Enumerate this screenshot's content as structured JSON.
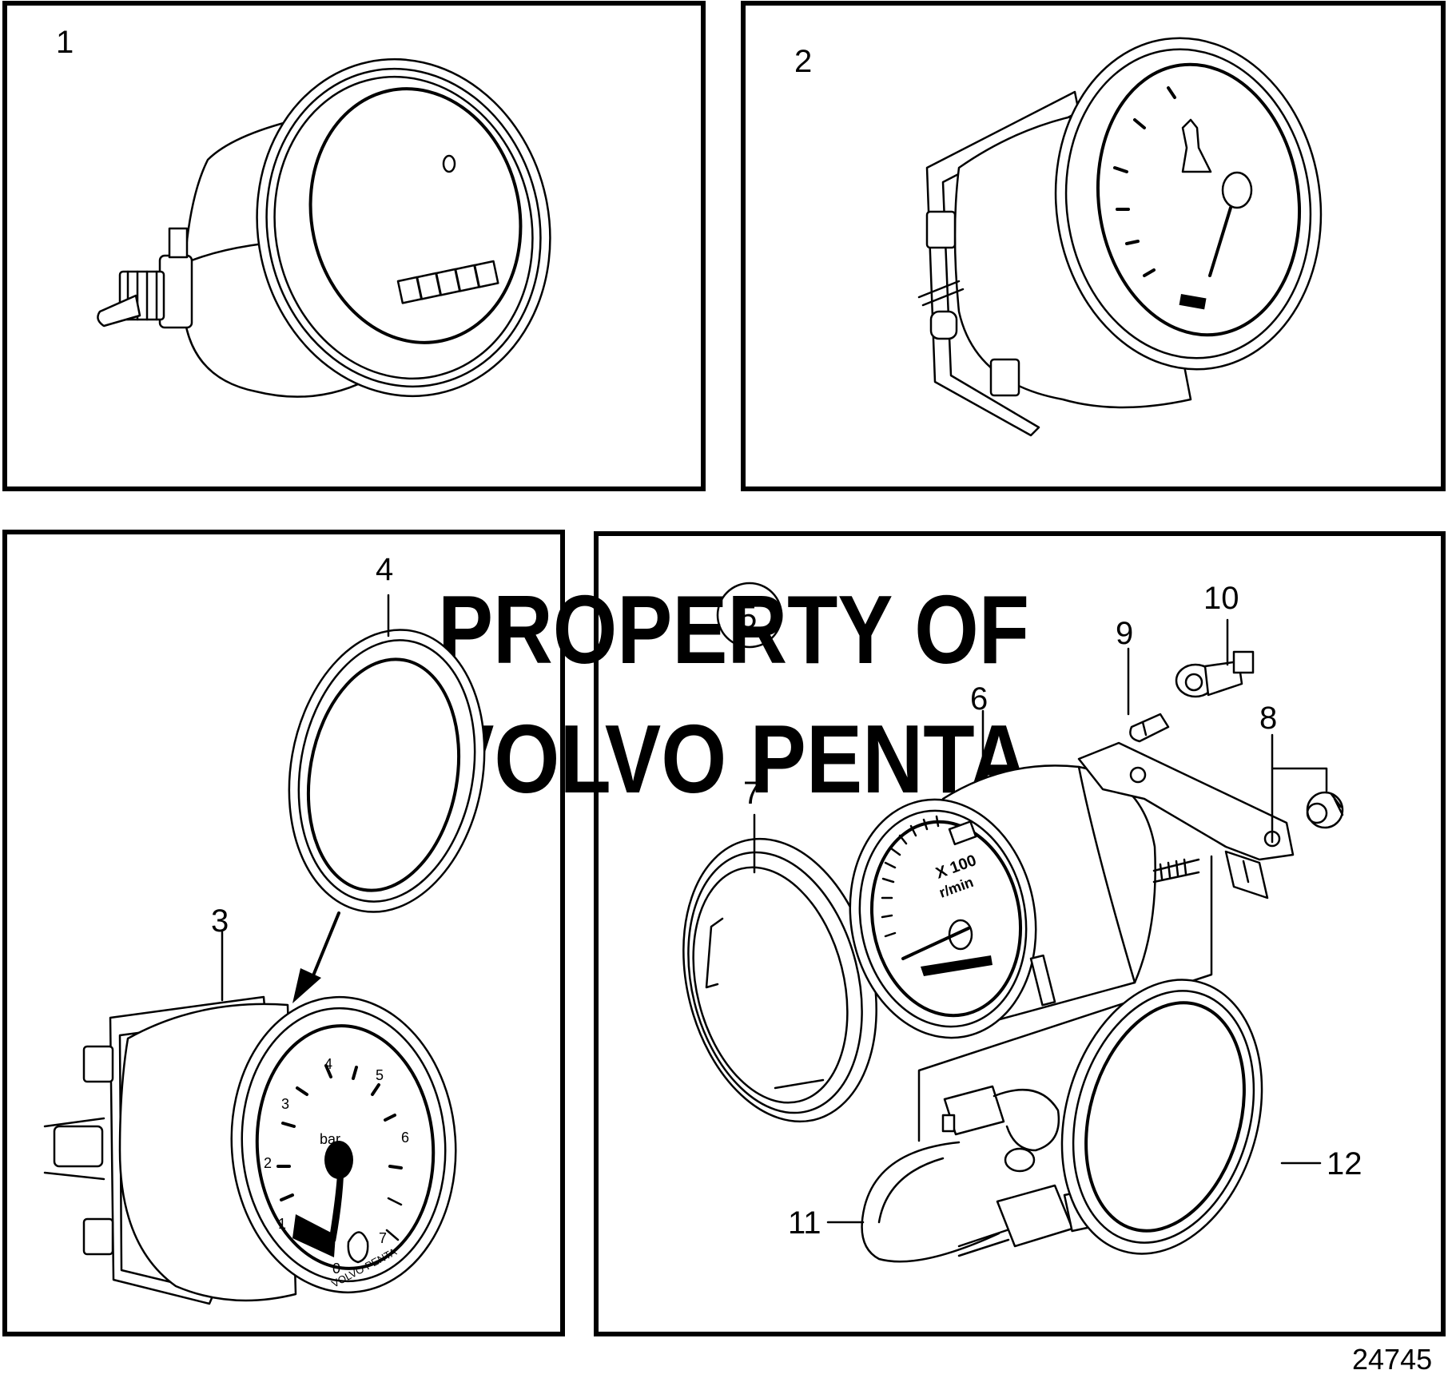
{
  "panels": [
    {
      "label": "1"
    },
    {
      "label": "2"
    },
    {
      "label": "3"
    },
    {
      "label": "5"
    }
  ],
  "callouts": [
    "1",
    "2",
    "3",
    "4",
    "5",
    "6",
    "7",
    "8",
    "9",
    "10",
    "11",
    "12"
  ],
  "watermark": {
    "line1": "PROPERTY OF",
    "line2": "VOLVO PENTA"
  },
  "pressure_dial": {
    "unit": "bar",
    "scale": [
      "0",
      "1",
      "2",
      "3",
      "4",
      "5",
      "6",
      "7"
    ],
    "brand": "VOLVO PENTA"
  },
  "tacho_dial": {
    "multiplier": "X 100",
    "unit": "r/min"
  },
  "figure_number": "24745"
}
